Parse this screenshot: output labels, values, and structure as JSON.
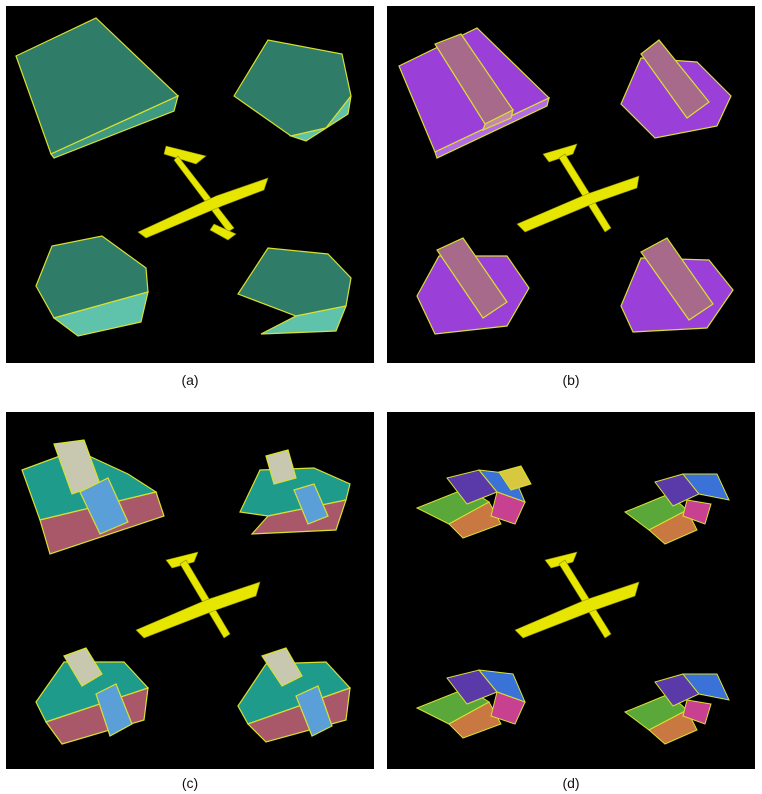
{
  "panels": [
    {
      "id": "a",
      "caption": "(a)"
    },
    {
      "id": "b",
      "caption": "(b)"
    },
    {
      "id": "c",
      "caption": "(c)"
    },
    {
      "id": "d",
      "caption": "(d)"
    }
  ],
  "colors": {
    "background": "#000000",
    "airplane": "#e6e600",
    "edge": "#d8e030",
    "green_solid": "#2f7d68",
    "green_solid_light": "#5fc2aa",
    "purple_base": "#9a3fd8",
    "mauve_block": "#a86a8a",
    "teal_part": "#1f9b8c",
    "rose_part": "#a9586a",
    "blue_part": "#5a9fd8",
    "grey_part": "#c8c8b0"
  }
}
